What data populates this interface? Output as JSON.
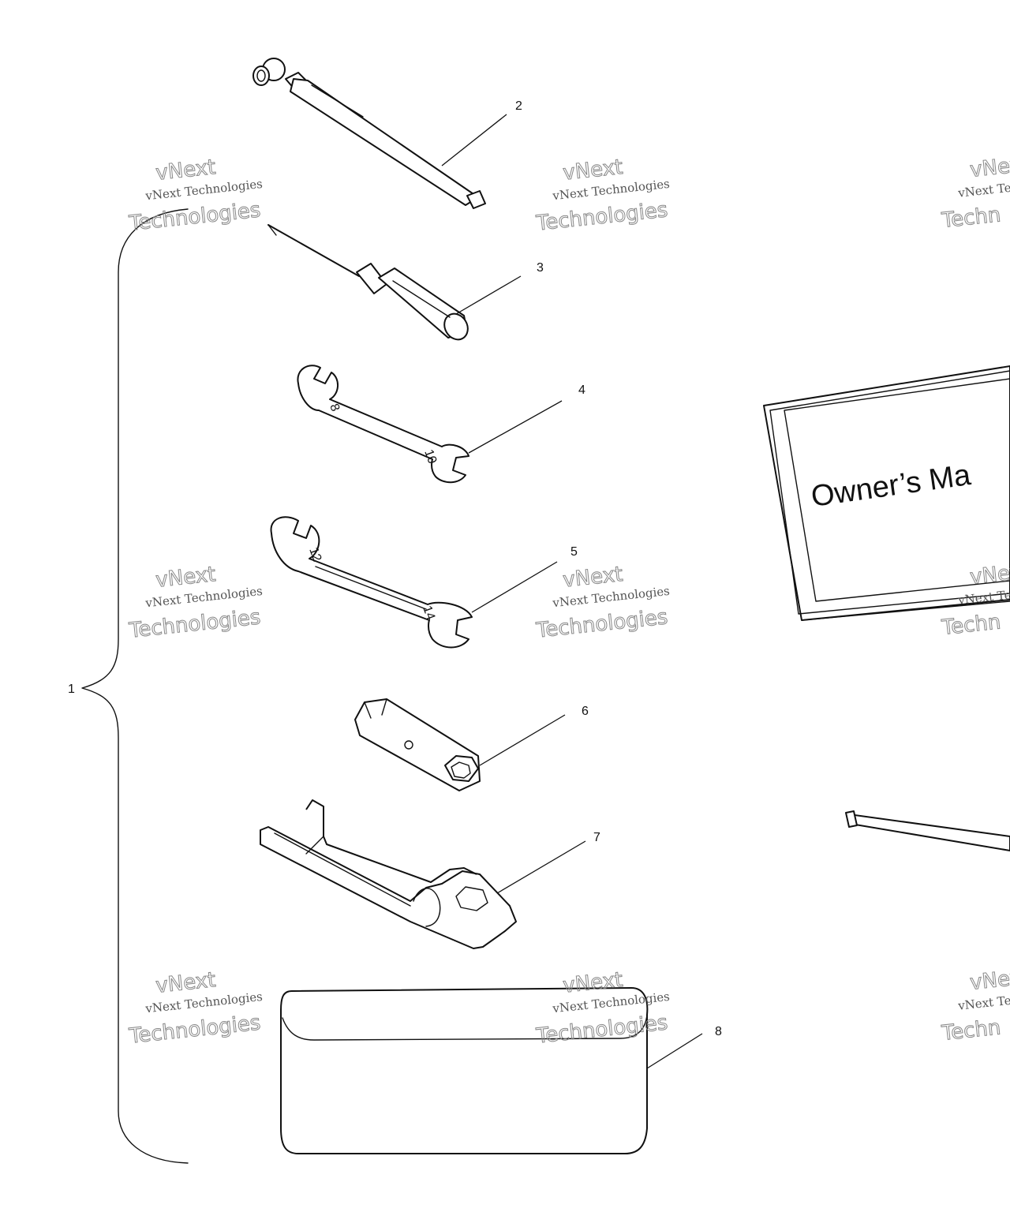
{
  "callouts": {
    "c1": "1",
    "c2": "2",
    "c3": "3",
    "c4": "4",
    "c5": "5",
    "c6": "6",
    "c7": "7",
    "c8": "8"
  },
  "manual": {
    "cover_text": "Owner’s Ma"
  },
  "wrench_sizes": {
    "wrench_a_small": "8",
    "wrench_a_large": "10",
    "wrench_b_small": "12",
    "wrench_b_large": "14"
  },
  "watermark": {
    "line1": "vNext",
    "line2": "vNext Technologies",
    "line3": "Technologies",
    "line4": "vNext Te",
    "line5": "Techn"
  }
}
